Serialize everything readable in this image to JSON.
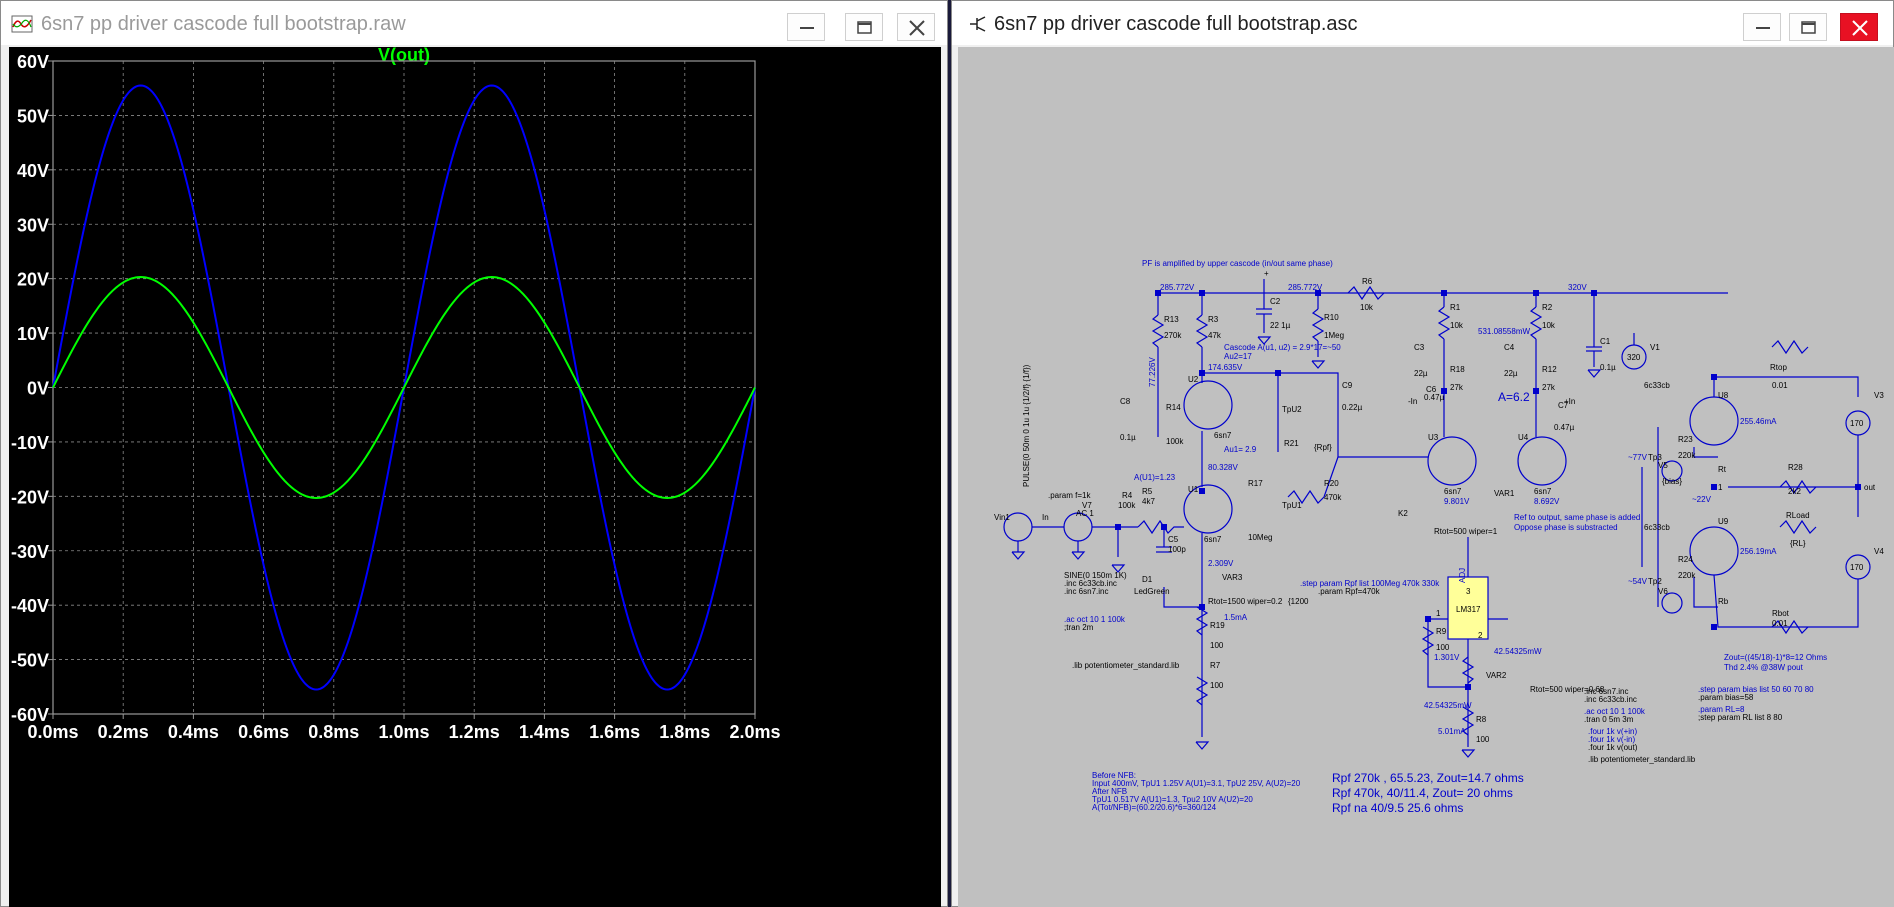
{
  "plot_window": {
    "title": "6sn7 pp driver cascode full bootstrap.raw",
    "trace_label": "V(out)"
  },
  "schematic_window": {
    "title": "6sn7 pp driver cascode full bootstrap.asc",
    "notes": {
      "pf": "PF is amplified by upper cascode (in/out same phase)",
      "v285a": "285.772V",
      "v285b": "285.772V",
      "v320": "320V",
      "r13": "R13",
      "r13v": "270k",
      "r3": "R3",
      "r3v": "47k",
      "c2": "C2",
      "c2v": "22 1µ",
      "r10": "R10",
      "r10v": "1Meg",
      "r6": "R6",
      "r6v": "10k",
      "r1": "R1",
      "r1v": "10k",
      "r2": "R2",
      "r2v": "10k",
      "c1": "C1",
      "c1v": "0.1µ",
      "v1": "V1",
      "v1v": "320",
      "cascode": "Cascode A(u1, u2) = 2.9*17=~50",
      "au2": "Au2=17",
      "c3": "C3",
      "c3v": "22µ",
      "c4": "C4",
      "c4v": "22µ",
      "r18": "R18",
      "r18v": "27k",
      "r12": "R12",
      "r12v": "27k",
      "c6": "C6",
      "c6v": "0.47µ",
      "c7": "C7",
      "c7v": "0.47µ",
      "mw531": "531.08558mW",
      "a62": "A=6.2",
      "v174": "174.635V",
      "c9": "C9",
      "c9v": "0.22µ",
      "u2": "U2",
      "u2t": "6sn7",
      "r14": "R14",
      "r14v": "100k",
      "c8": "C8",
      "c8v": "0.1µ",
      "v77": "77.226V",
      "tpu2": "TpU2",
      "au1": "Au1= 2.9",
      "r21": "R21",
      "rpf": "{Rpf}",
      "u3": "U3",
      "u3t": "6sn7",
      "u4": "U4",
      "u4t": "6sn7",
      "v80": "80.328V",
      "au123": "A(U1)=1.23",
      "r17": "R17",
      "tpu1": "TpU1",
      "r20": "R20",
      "r20v": "470k",
      "k2": "K2",
      "k2v": "9.801V",
      "var1": "VAR1",
      "k1v": "8.692V",
      "ref": "Ref to output, same phase is added",
      "opp": "Oppose phase is substracted",
      "rtot1": "Rtot=500 wiper=1",
      "paramf": ".param f=1k",
      "r4": "R4",
      "r4v": "100k",
      "r5": "R5",
      "r5v": "4k7",
      "u1": "U1",
      "u1t": "6sn7",
      "r10m": "10Meg",
      "vin1": "Vin1",
      "in": "In",
      "v7": "V7",
      "v7v": "AC 1",
      "c5": "C5",
      "c5v": "100p",
      "sine": "SINE(0 150m 1K)",
      "inc1": ".inc 6c33cb.inc",
      "inc2": ".inc 6sn7.inc",
      "d1": "D1",
      "d1v": "LedGreen",
      "v2309": "2.309V",
      "var3": "VAR3",
      "rtot2": "Rtot=1500 wiper=0.2",
      "r1200": "{1200",
      "ma15": "1.5mA",
      "r19": "R19",
      "r19v": "100",
      "r7": "R7",
      "r7v": "100",
      "ac": ".ac oct 10 1 100k",
      "tran2": ";tran 2m",
      "lib1": ".lib potentiometer_standard.lib",
      "pulse": "PULSE(0 50m 0 1u 1u {1/2/f} {1/f})",
      "step1": ".step param Rpf list 100Meg 470k 330k",
      "param1": ".param Rpf=470k",
      "adj": "ADJ",
      "u5": "LM317",
      "n3": "3",
      "n1": "1",
      "n2": "2",
      "r9": "R9",
      "r9v": "100",
      "mw42a": "42.54325mW",
      "v1301": "1.301V",
      "var2": "VAR2",
      "mw42b": "42.54325mW",
      "ma50": "5.01mA",
      "r8": "R8",
      "r8v": "100",
      "rtot3": "Rtot=500 wiper=0.68",
      "inc3": ".inc 6sn7.inc",
      "inc4": ".inc 6c33cb.inc",
      "ac2": ".ac oct 10 1 100k",
      "tran3": ".tran 0 5m 3m",
      "four1": ".four 1k v(+in)",
      "four2": ".four 1k v(-in)",
      "four3": ".four 1k v(out)",
      "lib2": ".lib potentiometer_standard.lib",
      "u8t": "6c33cb",
      "u8": "U8",
      "u9t": "6c33cb",
      "u9": "U9",
      "rtop": "Rtop",
      "rtopv": "0.01",
      "v3": "V3",
      "v3v": "170",
      "v4": "V4",
      "v4v": "170",
      "r23": "R23",
      "r23v": "220k",
      "r24": "R24",
      "r24v": "220k",
      "v5": "V5",
      "v6": "V6",
      "bias": "{bias}",
      "tp3": "Tp3",
      "tp2": "Tp2",
      "v77n": "~77V",
      "v54n": "~54V",
      "ma255": "255.46mA",
      "ma256": "256.19mA",
      "rt": "Rt",
      "rb": "Rb",
      "one": "1",
      "v22": "~22V",
      "r28": "R28",
      "r28v": "2k2",
      "rload": "RLoad",
      "rl": "{RL}",
      "rbot": "Rbot",
      "rbotv": "0.01",
      "zout": "Zout=((45/18)-1)*8=12 Ohms",
      "thd": "Thd 2.4% @38W pout",
      "step2": ".step param bias list 50 60 70 80",
      "param2": ".param bias=58",
      "param3": ".param RL=8",
      "step3": ";step param RL list 8 80",
      "bnfb": "Before NFB:",
      "bnfb1": "Input 400mV, TpU1 1.25V A(U1)=3.1, TpU2 25V, A(U2)=20",
      "anfb": "After NFB",
      "anfb1": "TpU1 0.517V A(U1)=1.3, Tpu2 10V A(U2)=20",
      "anfb2": "A(Tot/NFB)=(60.2/20.6)*6=360/124",
      "res1": "Rpf 270k , 65.5.23, Zout=14.7 ohms",
      "res2": "Rpf 470k, 40/11.4, Zout= 20 ohms",
      "res3": "Rpf na 40/9.5  25.6 ohms",
      "plus": "+",
      "in_minus": "-In",
      "in_plus": "+In",
      "out": "out"
    }
  },
  "chart_data": {
    "type": "line",
    "title": "V(out)",
    "xlabel": "",
    "ylabel": "",
    "xlim": [
      0,
      2.0
    ],
    "ylim": [
      -60,
      60
    ],
    "x_ticks": [
      "0.0ms",
      "0.2ms",
      "0.4ms",
      "0.6ms",
      "0.8ms",
      "1.0ms",
      "1.2ms",
      "1.4ms",
      "1.6ms",
      "1.8ms",
      "2.0ms"
    ],
    "y_ticks": [
      "60V",
      "50V",
      "40V",
      "30V",
      "20V",
      "10V",
      "0V",
      "-10V",
      "-20V",
      "-30V",
      "-40V",
      "-50V",
      "-60V"
    ],
    "grid": true,
    "series": [
      {
        "color": "#0000ff",
        "amplitude": 55.5,
        "frequency_khz": 1
      },
      {
        "color": "#00ff00",
        "amplitude": 20.3,
        "frequency_khz": 1
      }
    ]
  }
}
